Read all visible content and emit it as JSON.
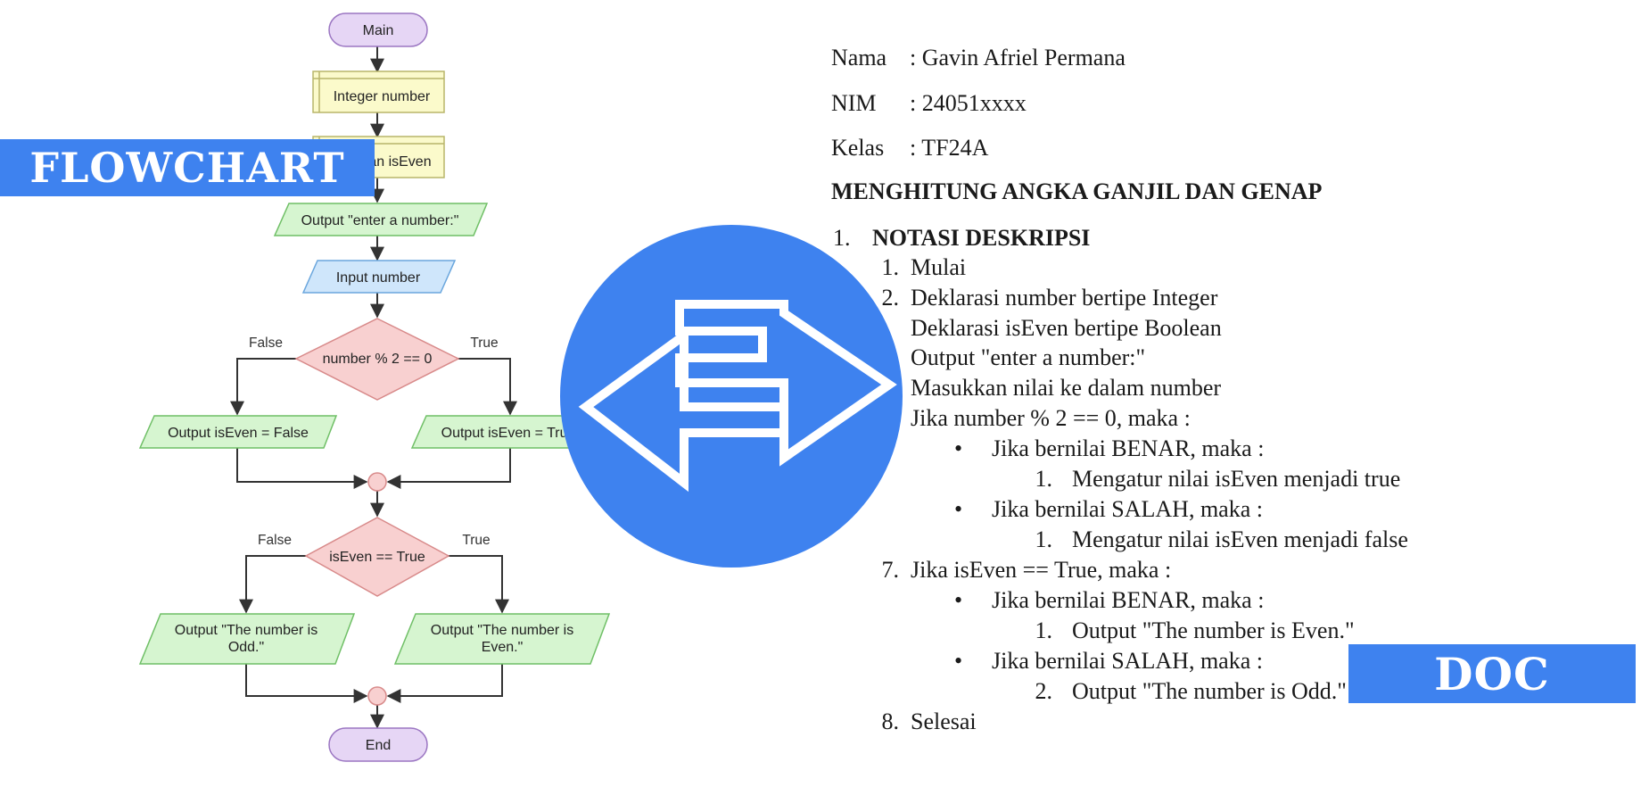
{
  "flowchart": {
    "banner": "FLOWCHART",
    "nodes": {
      "main": "Main",
      "decl_number": "Integer number",
      "decl_iseven": "Boolean isEven",
      "out_prompt": "Output \"enter a number:\"",
      "in_number": "Input number",
      "cond_mod": "number % 2 == 0",
      "assign_false": "Output isEven = False",
      "assign_true": "Output isEven = True",
      "cond_iseven": "isEven == True",
      "out_odd_1": "Output \"The number is",
      "out_odd_2": "Odd.\"",
      "out_even_1": "Output \"The number is",
      "out_even_2": "Even.\"",
      "end": "End"
    },
    "labels": {
      "false_label": "False",
      "true_label": "True"
    },
    "colors": {
      "terminal_fill": "#e6d6f5",
      "terminal_stroke": "#9b76c2",
      "decl_fill": "#fbfacb",
      "decl_stroke": "#b8b56a",
      "io_fill": "#d6f5d0",
      "io_stroke": "#6fbf66",
      "input_fill": "#cfe6fb",
      "input_stroke": "#6aa6dd",
      "decision_fill": "#f8d0d0",
      "decision_stroke": "#d88a8a"
    }
  },
  "swap_icon": "bidirectional-arrows-icon",
  "accent_color": "#3e82ef",
  "document": {
    "banner": "DOC",
    "info": [
      {
        "key": "Nama",
        "value": ": Gavin Afriel Permana"
      },
      {
        "key": "NIM",
        "value": ": 24051xxxx"
      },
      {
        "key": "Kelas",
        "value": ": TF24A"
      }
    ],
    "title": "MENGHITUNG ANGKA GANJIL DAN GENAP",
    "section_num": "1.",
    "section_title": "NOTASI DESKRIPSI",
    "steps": [
      {
        "num": "1.",
        "text": "Mulai"
      },
      {
        "num": "2.",
        "text": "Deklarasi number bertipe Integer"
      },
      {
        "num": "",
        "text": "Deklarasi isEven bertipe Boolean"
      },
      {
        "num": "",
        "text": "Output \"enter a number:\""
      },
      {
        "num": "",
        "text": "Masukkan nilai ke dalam number"
      },
      {
        "num": "",
        "text": "Jika number % 2 == 0, maka :"
      },
      {
        "bullet": "•",
        "text": "Jika bernilai BENAR, maka :"
      },
      {
        "num": "1.",
        "text": "Mengatur nilai isEven menjadi true"
      },
      {
        "bullet": "•",
        "text": "Jika bernilai SALAH, maka :"
      },
      {
        "num": "1.",
        "text": "Mengatur nilai isEven menjadi false"
      },
      {
        "num": "7.",
        "text": "Jika isEven == True, maka :"
      },
      {
        "bullet": "•",
        "text": "Jika bernilai BENAR, maka :"
      },
      {
        "num": "1.",
        "text": "Output \"The number is Even.\""
      },
      {
        "bullet": "•",
        "text": "Jika bernilai SALAH, maka :"
      },
      {
        "num": "2.",
        "text": "Output \"The number is Odd.\""
      },
      {
        "num": "8.",
        "text": "Selesai"
      }
    ]
  }
}
